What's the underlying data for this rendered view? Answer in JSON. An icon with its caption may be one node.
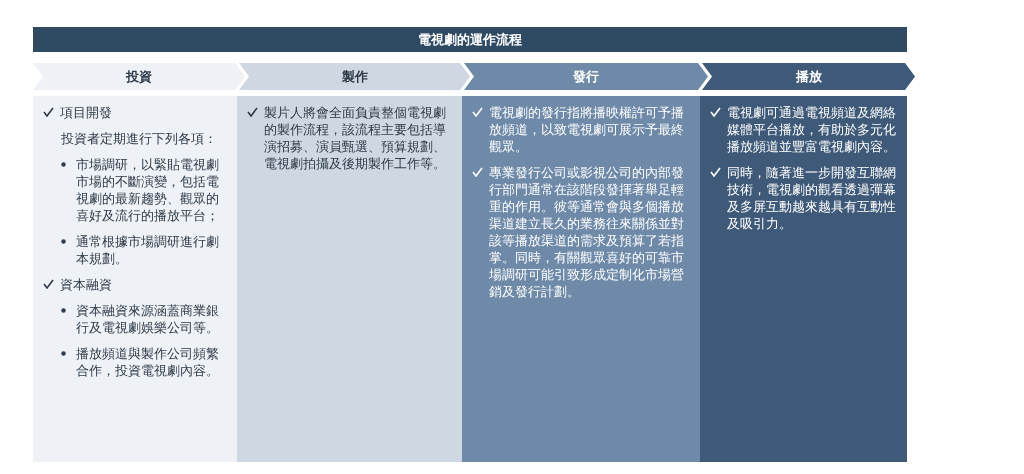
{
  "diagram": {
    "title": "電視劇的運作流程",
    "nodes": [
      {
        "text": [
          "投資"
        ]
      },
      {
        "text": [
          "製作"
        ]
      },
      {
        "text": [
          "發行"
        ]
      },
      {
        "text": [
          "播放"
        ]
      },
      {
        "text": [
          "項目開發",
          "投資者定期進行下列各項：",
          "市場調研，以緊貼電視劇市場的不斷演變，包括電視劇的最新趨勢、觀眾的喜好及流行的播放平台；",
          "通常根據市場調研進行劇本規劃。",
          "資本融資",
          "資本融資來源涵蓋商業銀行及電視劇娛樂公司等。",
          "播放頻道與製作公司頻繁合作，投資電視劇內容。"
        ]
      },
      {
        "text": [
          "製片人將會全面負責整個電視劇的製作流程，該流程主要包括導演招募、演員甄選、預算規劃、電視劇拍攝及後期製作工作等。"
        ]
      },
      {
        "text": [
          "電視劇的發行指將播映權許可予播放頻道，以致電視劇可展示予最終觀眾。",
          "專業發行公司或影視公司的內部發行部門通常在該階段發揮著舉足輕重的作用。彼等通常會與多個播放渠道建立長久的業務往來關係並對該等播放渠道的需求及預算了若指掌。同時，有關觀眾喜好的可靠市場調研可能引致形成定制化市場營銷及發行計劃。"
        ]
      },
      {
        "text": [
          "電視劇可通過電視頻道及網絡媒體平台播放，有助於多元化播放頻道並豐富電視劇內容。",
          "同時，隨著進一步開發互聯網技術，電視劇的觀看透過彈幕及多屏互動越來越具有互動性及吸引力。"
        ]
      }
    ]
  }
}
